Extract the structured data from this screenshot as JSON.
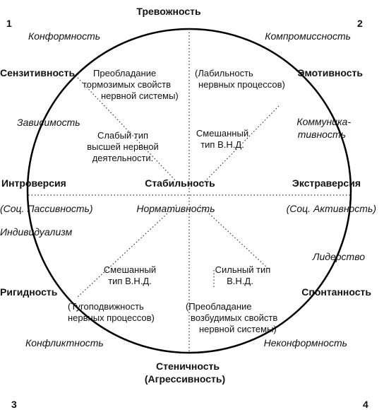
{
  "corners": {
    "tl": "1",
    "tr": "2",
    "bl": "3",
    "br": "4"
  },
  "axes": {
    "top": "Тревожность",
    "bottom_line1": "Стеничность",
    "bottom_line2": "(Агрессивность)",
    "left": "Интроверсия",
    "right": "Экстраверсия",
    "center": "Стабильность",
    "center_sub": "Нормативность"
  },
  "outer": {
    "conformity": "Конформность",
    "compromise": "Компромиссность",
    "leadership": "Лидерство",
    "conflict": "Конфликтность",
    "nonconformity": "Неконформность"
  },
  "rim": {
    "sensitivity": "Сензитивность",
    "emotivity": "Эмотивность",
    "dependence": "Зависимость",
    "communicativeness_1": "Коммуника-",
    "communicativeness_2": "тивность",
    "social_passivity": "(Соц. Пассивность)",
    "social_activity": "(Соц. Активность)",
    "individualism": "Индивидуализм",
    "rigidity": "Ригидность",
    "spontaneity": "Спонтанность"
  },
  "inner": {
    "inhibit_1": "Преобладание",
    "inhibit_2": "тормозимых свойств",
    "inhibit_3": "нервной системы)",
    "lability_1": "(Лабильность",
    "lability_2": "нервных процессов)",
    "weak_1": "Слабый тип",
    "weak_2": "высшей нервной",
    "weak_3": "деятельности.",
    "mixed_tr_1": "Смешанный",
    "mixed_tr_2": "тип В.Н.Д.",
    "mixed_bl_1": "Смешанный",
    "mixed_bl_2": "тип В.Н.Д.",
    "strong_1": "Сильный тип",
    "strong_2": "В.Н.Д.",
    "rigid_1": "(Тугоподвижность",
    "rigid_2": "нервных процессов)",
    "excite_1": "(Преобладание",
    "excite_2": "возбудимых свойств",
    "excite_3": "нервной системы)"
  }
}
